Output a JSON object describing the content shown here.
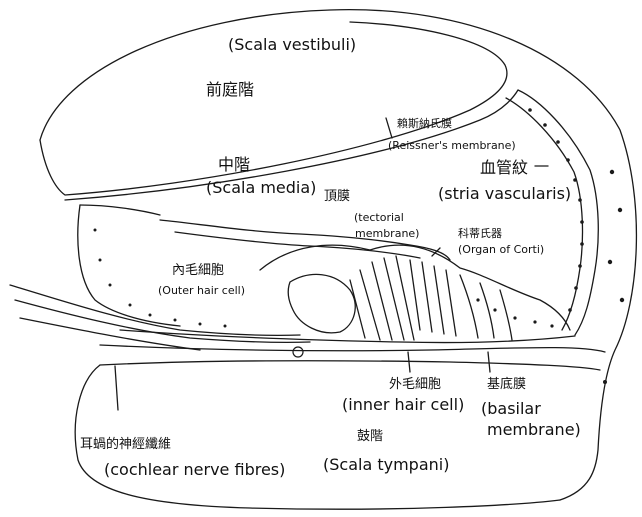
{
  "labels": {
    "scala_vestibuli_en": "(Scala vestibuli)",
    "scala_vestibuli_zh": "前庭階",
    "reissner_zh": "賴斯納氏膜",
    "reissner_en": "(Reissner's membrane)",
    "scala_media_zh": "中階",
    "scala_media_en": "(Scala media)",
    "stria_zh": "血管紋",
    "stria_en": "(stria vascularis)",
    "tectorial_zh": "頂膜",
    "tectorial_en_1": "(tectorial",
    "tectorial_en_2": "membrane)",
    "corti_zh": "科蒂氏器",
    "corti_en": "(Organ of  Corti)",
    "outer_hair_zh": "內毛細胞",
    "outer_hair_en": "(Outer hair cell)",
    "inner_hair_zh": "外毛細胞",
    "inner_hair_en": "(inner hair cell)",
    "basilar_zh": "基底膜",
    "basilar_en_1": "(basilar",
    "basilar_en_2": "membrane)",
    "nerve_zh": "耳蝸的神經纖維",
    "nerve_en": "(cochlear nerve fibres)",
    "tympani_zh": "鼓階",
    "tympani_en": "(Scala tympani)"
  },
  "colors": {
    "ink": "#1a1a1a",
    "paper": "#ffffff"
  }
}
